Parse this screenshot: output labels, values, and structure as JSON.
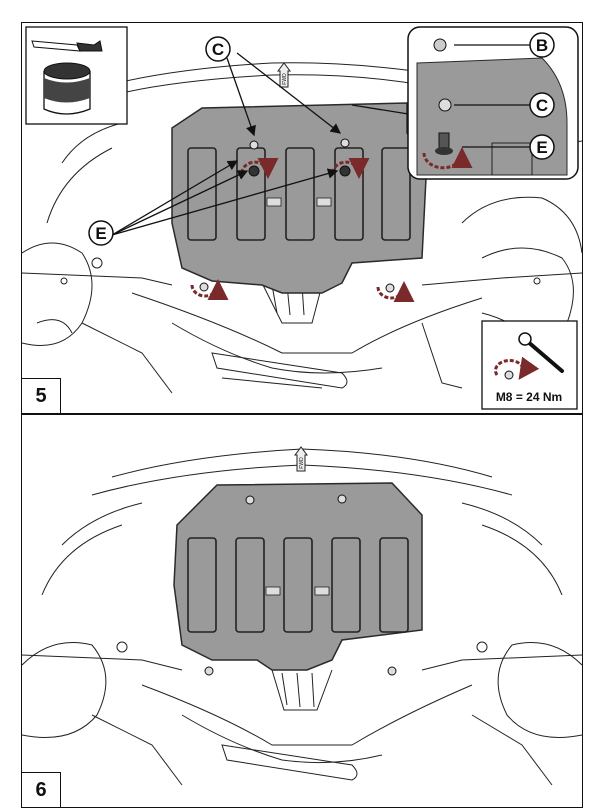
{
  "steps": [
    {
      "number": "5",
      "callouts": [
        "C",
        "C",
        "E",
        "B",
        "C",
        "E"
      ],
      "torque_spec": "M8 = 24 Nm",
      "direction_marker": "FWD"
    },
    {
      "number": "6",
      "direction_marker": "FWD"
    }
  ],
  "colors": {
    "plate_fill": "#9a9a9a",
    "plate_stroke": "#2a2a2a",
    "rotation_arrow": "#7a2a2a",
    "line": "#222222"
  },
  "icons": [
    "brush-icon",
    "paint-can-icon",
    "ratchet-wrench-icon",
    "rotation-arrow-icon",
    "fwd-arrow-icon"
  ]
}
